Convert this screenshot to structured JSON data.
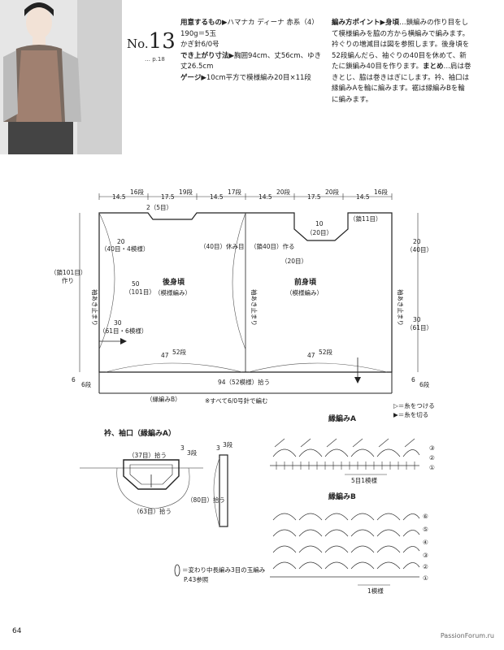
{
  "header": {
    "no_prefix": "No.",
    "no_number": "13",
    "page_ref": "… p.18"
  },
  "materials": {
    "yarn_label": "用意するもの▶",
    "yarn_text": "ハマナカ ディーナ 赤系（4）190g＝5玉",
    "hook": "かぎ針6/0号",
    "size_label": "でき上がり寸法▶",
    "size_text": "胸囲94cm、丈56cm、ゆき丈26.5cm",
    "gauge_label": "ゲージ▶",
    "gauge_text": "10cm平方で模様編み20目×11段"
  },
  "points": {
    "label": "編み方ポイント▶",
    "body_label": "身頃",
    "text1": "…鎖編みの作り目をして模様編みを脇の方から横編みで編みます。衿ぐりの増減目は図を参照します。後身頃を52段編んだら、袖ぐりの40目を休めて、新たに鎖編み40目を作ります。",
    "finish_label": "まとめ",
    "text2": "…肩は巻きとじ、脇は巻きはぎにします。衿、袖口は縁編みAを輪に編みます。裾は縁編みBを輪に編みます。"
  },
  "diagram": {
    "top_dims": [
      "14.5",
      "17.5",
      "14.5",
      "14.5",
      "17.5",
      "14.5"
    ],
    "top_rows": [
      "16段",
      "19段",
      "17段",
      "20段",
      "20段",
      "16段"
    ],
    "neck_back": "2（5目）",
    "neck_front_10": "10",
    "neck_front_20": "（20目）",
    "neck_front_11": "（鎖11目）",
    "left_20": "20",
    "left_20b": "（40目・4模様）",
    "left_50": "50",
    "left_50b": "（101目）",
    "left_30": "30",
    "left_30b": "（61目・6模様）",
    "chain101": "（鎖101目）",
    "make": "作り",
    "sleeve_stop": "袖あき止まり",
    "center_left": "（40目）休み目",
    "center_right": "（鎖40目）作る",
    "center_20": "（20目）",
    "back_title": "後身頃",
    "back_sub": "（模様編み）",
    "front_title": "前身頃",
    "front_sub": "（模様編み）",
    "right_20": "20",
    "right_20b": "（40目）",
    "right_30": "30",
    "right_30b": "（61目）",
    "bottom_47a": "47",
    "bottom_52a": "52段",
    "bottom_47b": "47",
    "bottom_52b": "52段",
    "bottom_94": "94（52模様）拾う",
    "side6": "6",
    "side6row": "6段",
    "border_b": "（縁編みB）",
    "note_needle": "※すべて6/0号針で編む",
    "neck_title": "衿、袖口（縁編みA）",
    "neck_37": "（37目）拾う",
    "neck_63": "（63目）拾う",
    "neck_3": "3",
    "neck_3row": "3段",
    "sleeve_3": "3",
    "sleeve_3row": "3段",
    "sleeve_80": "（80目）拾う",
    "legend_symbol": "＝変わり中長編み3目の玉編み",
    "legend_ref": "P.43参照",
    "edge_a_title": "縁編みA",
    "edge_a_note1": "▷＝糸をつける",
    "edge_a_note2": "▶＝糸を切る",
    "edge_a_repeat": "5目1模様",
    "edge_b_title": "縁編みB",
    "edge_b_repeat": "1模様",
    "rows_a": [
      "③",
      "②",
      "①"
    ],
    "rows_b": [
      "⑥",
      "⑤",
      "④",
      "③",
      "②",
      "①"
    ]
  },
  "footer": {
    "page": "64",
    "watermark": "PassionForum.ru"
  }
}
